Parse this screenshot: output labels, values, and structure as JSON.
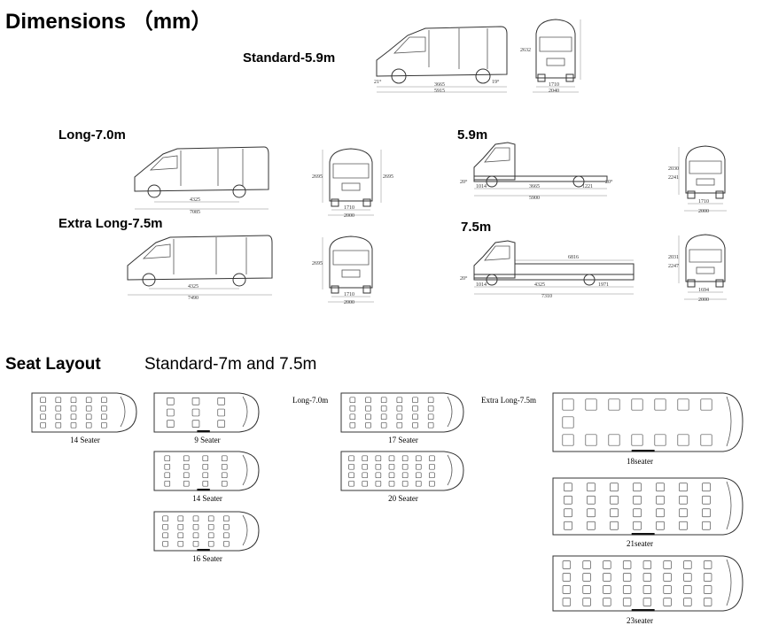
{
  "header": {
    "title": "Dimensions （mm）"
  },
  "variants": {
    "standard": "Standard-5.9m",
    "long": "Long-7.0m",
    "extra_long": "Extra Long-7.5m",
    "chassis_59": "5.9m",
    "chassis_75": "7.5m"
  },
  "dims": {
    "std_side": [
      "21°",
      "3665",
      "5915",
      "19°"
    ],
    "std_front": [
      "2632",
      "1710",
      "2040"
    ],
    "long_side": [
      "4325",
      "7085"
    ],
    "long_front": [
      "2695",
      "2695",
      "1710",
      "2000"
    ],
    "xl_side": [
      "4325",
      "7490"
    ],
    "xl_front": [
      "2695",
      "1710",
      "2000"
    ],
    "c59_side": [
      "20°",
      "1014",
      "3665",
      "1221",
      "5900",
      "20°"
    ],
    "c59_front": [
      "2030",
      "2241",
      "1710",
      "2000"
    ],
    "c75_side": [
      "20°",
      "1014",
      "4325",
      "1971",
      "7310",
      "6816"
    ],
    "c75_front": [
      "2031",
      "2247",
      "1694",
      "2000"
    ]
  },
  "seat": {
    "title": "Seat Layout",
    "subtitle": "Standard-7m and 7.5m",
    "long_label": "Long-7.0m",
    "xl_label": "Extra Long-7.5m",
    "captions": {
      "s14a": "14 Seater",
      "s9": "9 Seater",
      "s14b": "14 Seater",
      "s16": "16 Seater",
      "s17": "17 Seater",
      "s20": "20 Seater",
      "s18": "18seater",
      "s21": "21seater",
      "s23": "23seater"
    }
  }
}
